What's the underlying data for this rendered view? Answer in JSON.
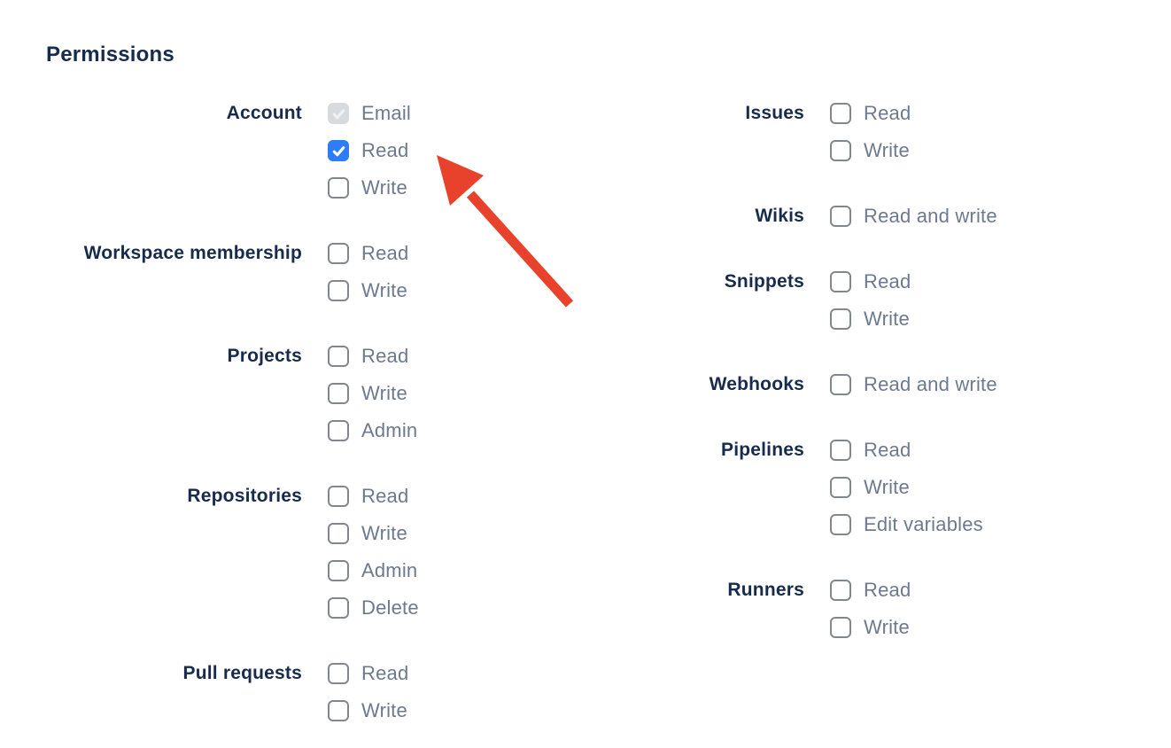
{
  "colors": {
    "background": "#FFFFFF",
    "heading": "#172B4D",
    "group_label": "#172B4D",
    "option_label": "#6C798F",
    "checkbox_border": "#82878F",
    "checkbox_checked_bg": "#2E7CF6",
    "checkbox_disabled_bg": "#D8DBDE",
    "checkbox_disabled_check": "#EFF1F2"
  },
  "permissions": {
    "heading": "Permissions",
    "columns": [
      {
        "groups": [
          {
            "label": "Account",
            "options": [
              {
                "label": "Email",
                "checked": true,
                "disabled": true
              },
              {
                "label": "Read",
                "checked": true,
                "disabled": false
              },
              {
                "label": "Write",
                "checked": false,
                "disabled": false
              }
            ]
          },
          {
            "label": "Workspace membership",
            "options": [
              {
                "label": "Read",
                "checked": false,
                "disabled": false
              },
              {
                "label": "Write",
                "checked": false,
                "disabled": false
              }
            ]
          },
          {
            "label": "Projects",
            "options": [
              {
                "label": "Read",
                "checked": false,
                "disabled": false
              },
              {
                "label": "Write",
                "checked": false,
                "disabled": false
              },
              {
                "label": "Admin",
                "checked": false,
                "disabled": false
              }
            ]
          },
          {
            "label": "Repositories",
            "options": [
              {
                "label": "Read",
                "checked": false,
                "disabled": false
              },
              {
                "label": "Write",
                "checked": false,
                "disabled": false
              },
              {
                "label": "Admin",
                "checked": false,
                "disabled": false
              },
              {
                "label": "Delete",
                "checked": false,
                "disabled": false
              }
            ]
          },
          {
            "label": "Pull requests",
            "options": [
              {
                "label": "Read",
                "checked": false,
                "disabled": false
              },
              {
                "label": "Write",
                "checked": false,
                "disabled": false
              }
            ]
          }
        ]
      },
      {
        "groups": [
          {
            "label": "Issues",
            "options": [
              {
                "label": "Read",
                "checked": false,
                "disabled": false
              },
              {
                "label": "Write",
                "checked": false,
                "disabled": false
              }
            ]
          },
          {
            "label": "Wikis",
            "options": [
              {
                "label": "Read and write",
                "checked": false,
                "disabled": false
              }
            ]
          },
          {
            "label": "Snippets",
            "options": [
              {
                "label": "Read",
                "checked": false,
                "disabled": false
              },
              {
                "label": "Write",
                "checked": false,
                "disabled": false
              }
            ]
          },
          {
            "label": "Webhooks",
            "options": [
              {
                "label": "Read and write",
                "checked": false,
                "disabled": false
              }
            ]
          },
          {
            "label": "Pipelines",
            "options": [
              {
                "label": "Read",
                "checked": false,
                "disabled": false
              },
              {
                "label": "Write",
                "checked": false,
                "disabled": false
              },
              {
                "label": "Edit variables",
                "checked": false,
                "disabled": false
              }
            ]
          },
          {
            "label": "Runners",
            "options": [
              {
                "label": "Read",
                "checked": false,
                "disabled": false
              },
              {
                "label": "Write",
                "checked": false,
                "disabled": false
              }
            ]
          }
        ]
      }
    ]
  },
  "annotation": {
    "arrow_color": "#E8412C"
  }
}
